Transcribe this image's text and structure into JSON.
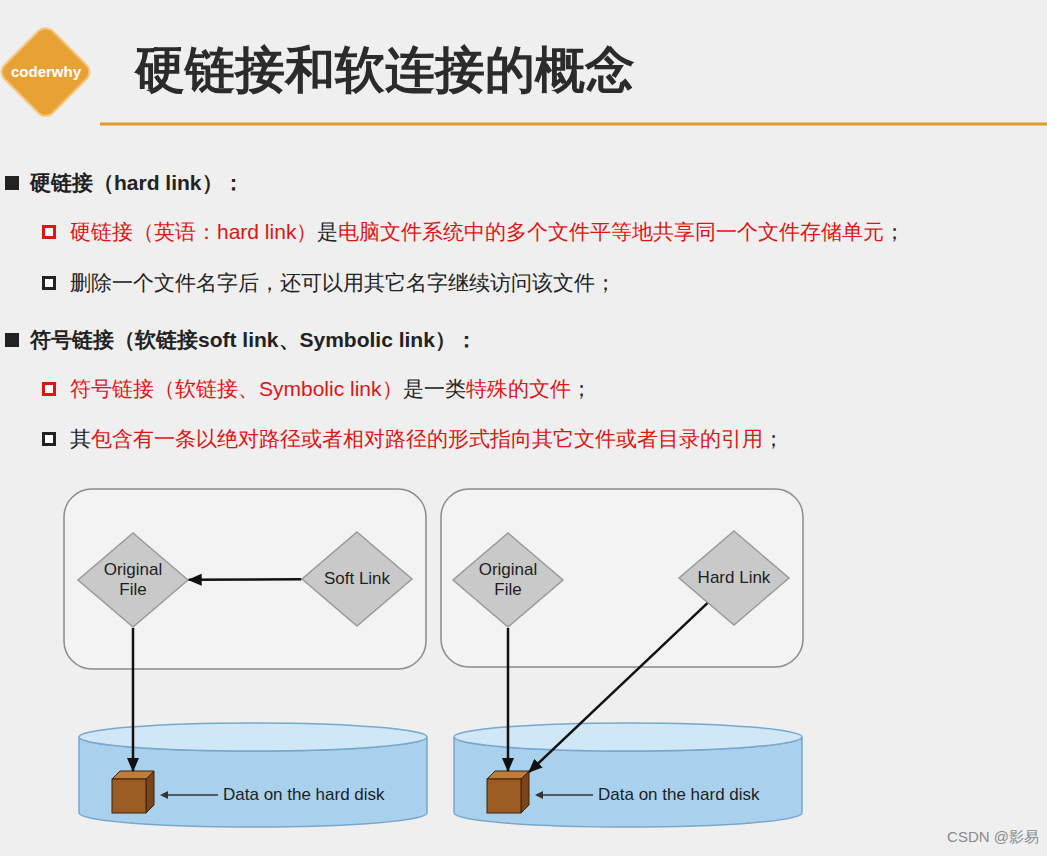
{
  "diagram": {
    "title": "硬链接和软连接的概念",
    "nodes": [
      {
        "text": [
          "coderwhy"
        ]
      },
      {
        "text": []
      },
      {
        "text": [
          "Original File"
        ],
        "in": 1
      },
      {
        "text": [
          "Soft Link"
        ],
        "in": 1
      },
      {
        "text": []
      },
      {
        "text": [
          "Original File"
        ],
        "in": 4
      },
      {
        "text": [
          "Hard Link"
        ],
        "in": 4
      },
      {
        "text": [
          "Data on the hard disk"
        ]
      },
      {
        "text": [],
        "in": 7
      },
      {
        "text": [
          "Data on the hard disk"
        ]
      },
      {
        "text": [],
        "in": 9
      }
    ],
    "edges": [
      {
        "from": 3,
        "to": 2,
        "arrow": "to"
      },
      {
        "from": 2,
        "to": 8,
        "arrow": "to"
      },
      {
        "from": 5,
        "to": 10,
        "arrow": "to"
      },
      {
        "from": 6,
        "to": 10,
        "arrow": "to"
      }
    ],
    "labels": [
      "硬链接（hard link）：",
      "硬链接（英语：hard link）",
      "是",
      "电脑文件系统中的多个文件平等地共享同一个文件存储单元",
      "；",
      "删除一个文件名字后，还可以用其它名字继续访问该文件；",
      "符号链接（软链接soft link、Symbolic link）：",
      "符号链接（软链接、Symbolic link）",
      "是一类",
      "特殊的文件",
      "；",
      "其",
      "包含有一条以绝对路径或者相对路径的形式指向其它文件或者目录的引用",
      "；",
      "CSDN @影易"
    ]
  }
}
